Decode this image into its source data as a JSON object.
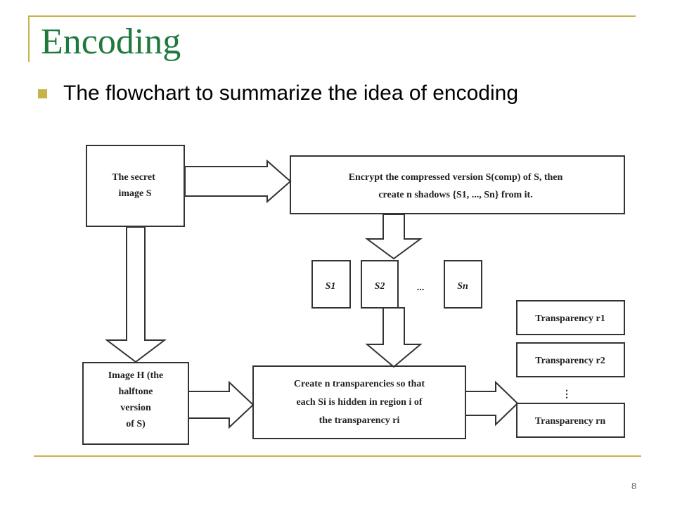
{
  "slide": {
    "title": "Encoding",
    "bullet": "The flowchart to summarize the idea of encoding",
    "page_number": "8"
  },
  "colors": {
    "title": "#1e7a3c",
    "accent": "#c9b24a",
    "box_stroke": "#333333"
  },
  "diagram": {
    "secret_image": [
      "The secret",
      "image S"
    ],
    "encrypt": [
      "Encrypt the compressed version S(comp) of S, then",
      "create n shadows {S1, ..., Sn} from it."
    ],
    "shadows": [
      "S1",
      "S2",
      "...",
      "Sn"
    ],
    "halftone": [
      "Image H (the",
      "halftone",
      "version",
      "of S)"
    ],
    "create_transparencies": [
      "Create n transparencies so that",
      "each Si is hidden in region i of",
      "the transparency ri"
    ],
    "transparencies": [
      "Transparency r1",
      "Transparency r2",
      "Transparency rn"
    ],
    "transparency_ellipsis": "⋮"
  }
}
